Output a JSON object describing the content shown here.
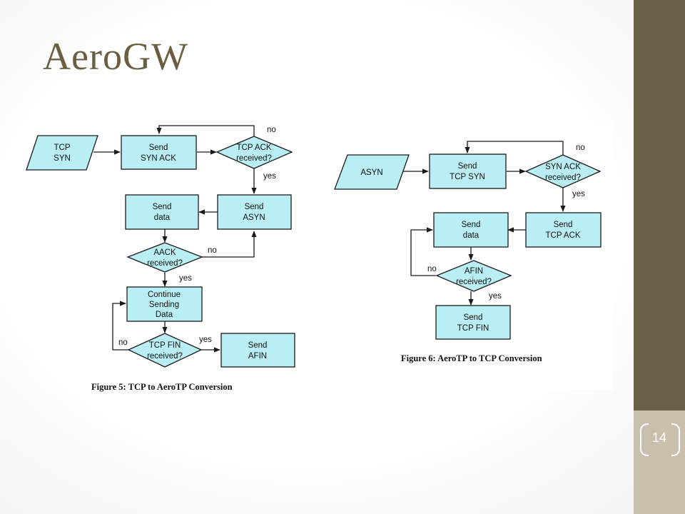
{
  "slide": {
    "title": "AeroGW",
    "page_number": "14"
  },
  "figure5": {
    "caption": "Figure 5: TCP to AeroTP Conversion",
    "nodes": {
      "tcp_syn": [
        "TCP",
        "SYN"
      ],
      "send_syn_ack": [
        "Send",
        "SYN ACK"
      ],
      "tcp_ack_received": [
        "TCP ACK",
        "received?"
      ],
      "send_asyn": [
        "Send",
        "ASYN"
      ],
      "send_data": [
        "Send",
        "data"
      ],
      "aack_received": [
        "AACK",
        "received?"
      ],
      "continue_sending": [
        "Continue",
        "Sending",
        "Data"
      ],
      "tcp_fin_received": [
        "TCP  FIN",
        "received?"
      ],
      "send_afin": [
        "Send",
        "AFIN"
      ]
    },
    "edges": {
      "no_1": "no",
      "yes_1": "yes",
      "no_2": "no",
      "yes_2": "yes",
      "no_3": "no",
      "yes_3": "yes"
    }
  },
  "figure6": {
    "caption": "Figure 6: AeroTP to TCP Conversion",
    "nodes": {
      "asyn": [
        "ASYN"
      ],
      "send_tcp_syn": [
        "Send",
        "TCP SYN"
      ],
      "syn_ack_received": [
        "SYN ACK",
        "received?"
      ],
      "send_tcp_ack": [
        "Send",
        "TCP ACK"
      ],
      "send_data": [
        "Send",
        "data"
      ],
      "afin_received": [
        "AFIN",
        "received?"
      ],
      "send_tcp_fin": [
        "Send",
        "TCP FIN"
      ]
    },
    "edges": {
      "no_1": "no",
      "yes_1": "yes",
      "no_2": "no",
      "yes_2": "yes"
    }
  },
  "colors": {
    "node_fill": "#b9eef5",
    "title": "#6b5d3f",
    "sidebar": "#6b5f47",
    "sidebar_accent": "#c8c0ad"
  }
}
